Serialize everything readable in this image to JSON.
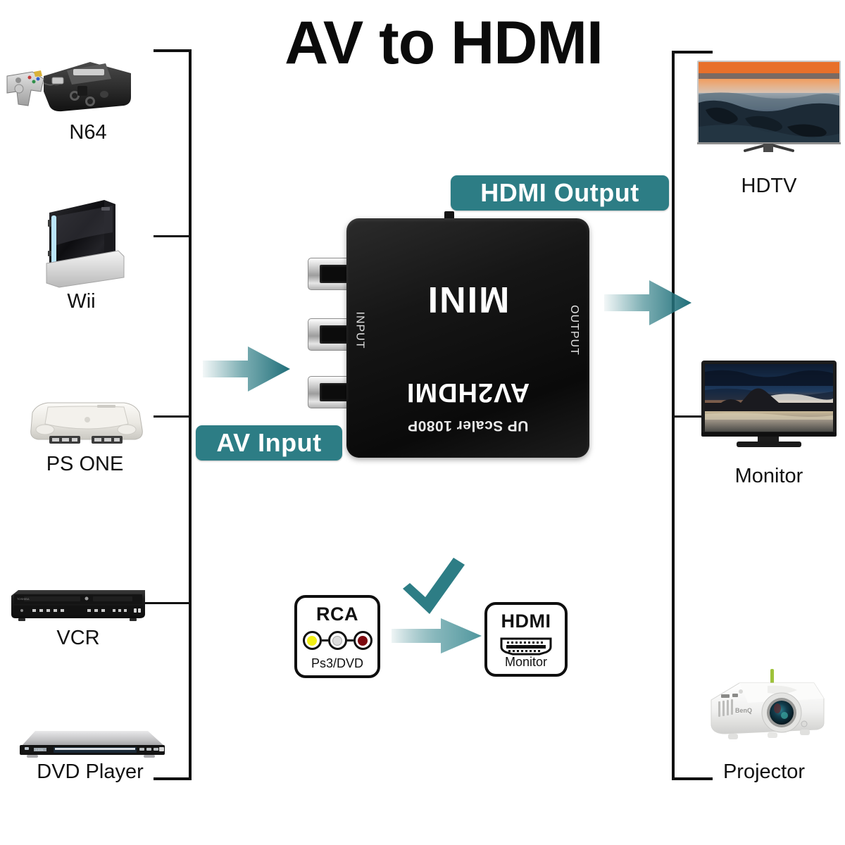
{
  "page": {
    "title": "AV to HDMI",
    "background_color": "#ffffff",
    "accent_color": "#2d7d85"
  },
  "badges": [
    {
      "id": "hdmi-output",
      "label": "HDMI Output"
    },
    {
      "id": "av-input",
      "label": "AV Input"
    }
  ],
  "converter": {
    "brand": "AV2HDMI",
    "subtitle": "UP Scaler 1080P",
    "size_label": "MINI",
    "input_port_label": "INPUT",
    "output_port_label": "OUTPUT",
    "body_color": "#141414"
  },
  "sources": {
    "items": [
      {
        "label": "N64"
      },
      {
        "label": "Wii"
      },
      {
        "label": "PS ONE"
      },
      {
        "label": "VCR"
      },
      {
        "label": "DVD Player"
      }
    ]
  },
  "outputs": {
    "items": [
      {
        "label": "HDTV"
      },
      {
        "label": "Monitor"
      },
      {
        "label": "Projector"
      }
    ]
  },
  "spec_diagram": {
    "source": {
      "title": "RCA",
      "subtitle": "Ps3/DVD",
      "plugs": [
        {
          "name": "video",
          "color": "#f2ef16"
        },
        {
          "name": "audio-left",
          "color": "#dcdcdc"
        },
        {
          "name": "audio-right",
          "color": "#7d0a10"
        }
      ]
    },
    "target": {
      "title": "HDMI",
      "subtitle": "Monitor"
    },
    "check_mark": "✓"
  },
  "icons": {
    "arrow_input": "arrow-right-icon",
    "arrow_output": "arrow-right-icon",
    "arrow_convert": "arrow-right-icon",
    "check": "check-icon"
  }
}
